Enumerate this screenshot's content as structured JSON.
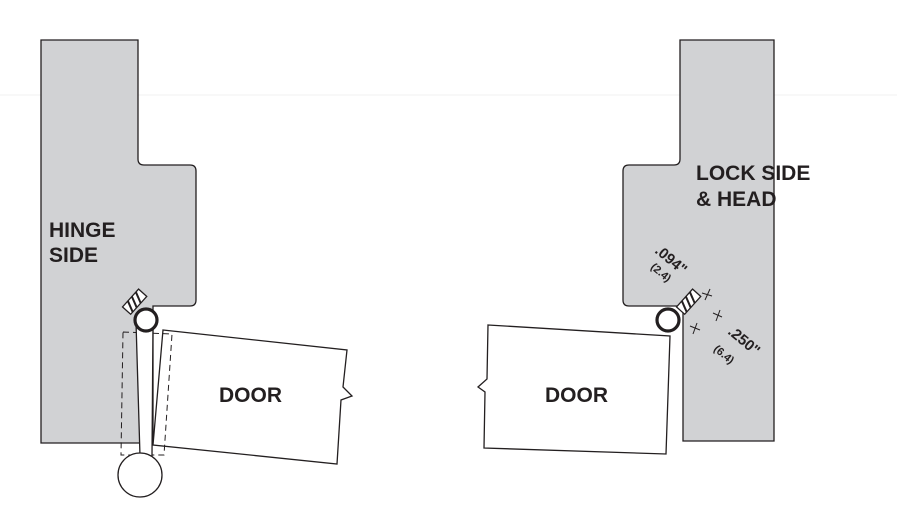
{
  "diagram": {
    "left_view": {
      "frame_label_line1": "HINGE",
      "frame_label_line2": "SIDE",
      "door_label": "DOOR"
    },
    "right_view": {
      "frame_label_line1": "LOCK SIDE",
      "frame_label_line2": "& HEAD",
      "door_label": "DOOR",
      "dimension_gap": ".094\"",
      "dimension_gap_metric": "(2.4)",
      "dimension_depth": ".250\"",
      "dimension_depth_metric": "(6.4)"
    },
    "colors": {
      "frame_fill": "#d1d2d4",
      "stroke": "#231f20",
      "text": "#231f20"
    }
  }
}
